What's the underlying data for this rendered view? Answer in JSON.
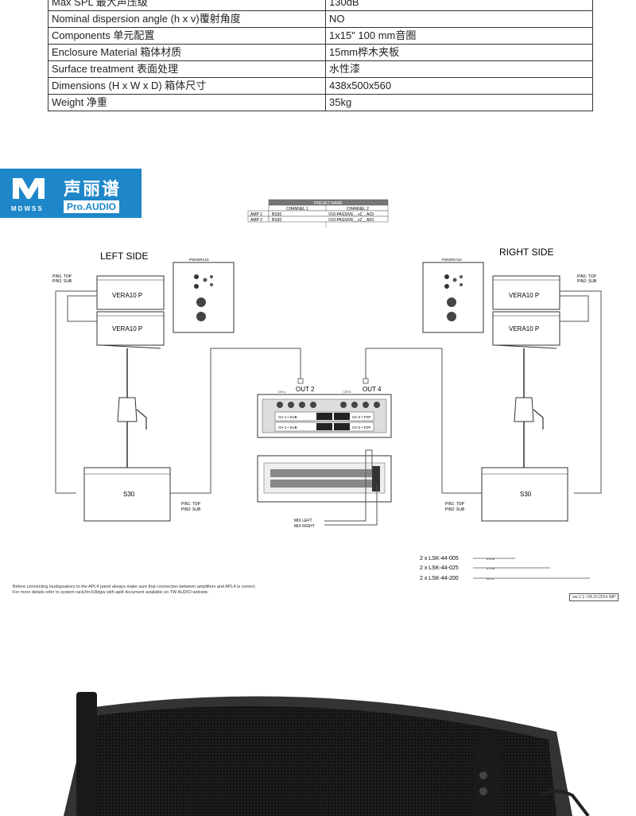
{
  "spec_table": {
    "rows": [
      {
        "label": "Max  SPL 最大声压级",
        "value": "130dB"
      },
      {
        "label": "Nominal dispersion angle (h x v)覆射角度",
        "value": "NO"
      },
      {
        "label": "Components 单元配置",
        "value": "1x15\"   100 mm音圈"
      },
      {
        "label": "Enclosure Material   箱体材质",
        "value": "15mm桦木夹板"
      },
      {
        "label": "Surface treatment   表面处理",
        "value": "水性漆"
      },
      {
        "label": "Dimensions (H x W x D)  箱体尺寸",
        "value": "438x500x560"
      },
      {
        "label": "Weight  净重",
        "value": "35kg"
      }
    ]
  },
  "logo": {
    "brand_cn": "声丽谱",
    "brand_sub": "MDWSS",
    "brand_en": "Pro.AUDIO"
  },
  "preset_table": {
    "header": "PRESET NAME",
    "col1": "CHANNEL 1",
    "col2": "CHANNEL 2",
    "amp1": "AMP 1",
    "amp1_ch1": "BS30",
    "amp1_ch2": "V10-PASSIVE__x2__A03",
    "amp2": "AMP 2",
    "amp2_ch1": "BS30",
    "amp2_ch2": "V10-PASSIVE__x2__A03"
  },
  "diagram": {
    "left_side": "LEFT SIDE",
    "right_side": "RIGHT SIDE",
    "pin_top": "PIN1: TOP",
    "pin_sub": "PIN2: SUB",
    "speaker_label": "VERA10 P",
    "sub_label": "S30",
    "panel_label": "PWVERA10",
    "out2": "OUT 2",
    "out4": "OUT 4",
    "ch1": "CH 1",
    "ch3": "CH 3",
    "ch1_sub": "CH 1 • SUB",
    "ch2_top": "CH 2 • TOP",
    "mix_left": "MIX  LEFT",
    "mix_right": "MIX  RIGHT",
    "cables": [
      {
        "label": "2 x LSK-44-005",
        "length": "0.5 m"
      },
      {
        "label": "2 x LSK-44-025",
        "length": "2.5 m"
      },
      {
        "label": "2 x LSK-44-200",
        "length": "20 m"
      }
    ]
  },
  "notes": {
    "line1": "Before connecting loudspeakers to the APL4 panel always make sure that connection between amplifiers and APL4 is correct.",
    "line2": "For more details refer to system rack3m-b3ldgw with apl4 document available on TW AUDIO website.",
    "version": "ver.1.1 / 04.10.2014 /MP"
  }
}
